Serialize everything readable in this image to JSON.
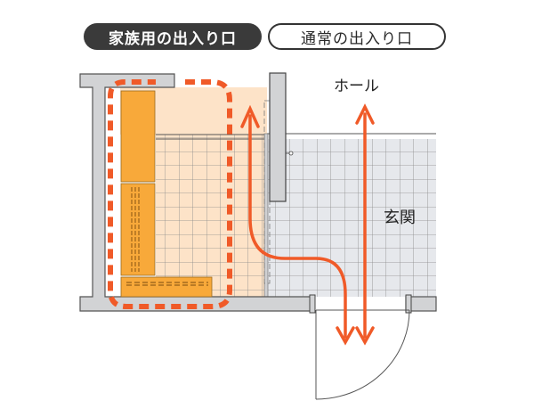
{
  "labels": {
    "family_entrance": "家族用の出入り口",
    "normal_entrance": "通常の出入り口",
    "hall": "ホール",
    "genkan": "玄関"
  },
  "colors": {
    "family_pill_bg": "#3a3a3a",
    "route_orange": "#f05a28",
    "cabinet_orange": "#f8a93a",
    "family_floor": "#fde3c8",
    "genkan_floor": "#e6e8ec",
    "wall_gray": "#d2d3d5"
  }
}
